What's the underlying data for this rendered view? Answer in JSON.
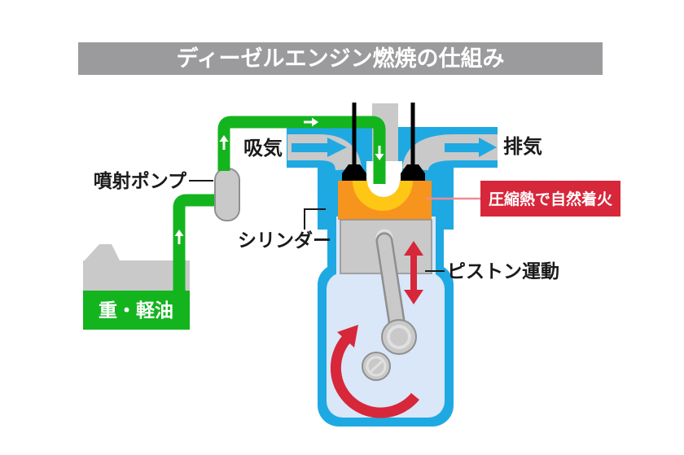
{
  "title": "ディーゼルエンジン燃焼の仕組み",
  "diagram": {
    "fuel_tank_label": "重・軽油",
    "injection_pump_label": "噴射ポンプ",
    "intake_label": "吸気",
    "exhaust_label": "排気",
    "cylinder_label": "シリンダー",
    "ignition_label": "圧縮熱で自然着火",
    "piston_motion_label": "ピストン運動"
  },
  "colors": {
    "title_bar": "#9b9b9d",
    "fuel_green": "#14b41f",
    "machine_gray": "#c9c9c9",
    "machine_gray_dark": "#8f8f8f",
    "machine_gray_light": "#e0e0e0",
    "engine_blue": "#1fa9e2",
    "crankcase_interior": "#d9e7f8",
    "combustion_orange": "#f7941e",
    "combustion_yellow": "#fec615",
    "accent_red": "#d7273a",
    "leader_red": "#ef8b95",
    "text_black": "#1a1a1a",
    "label_white": "#ffffff"
  }
}
